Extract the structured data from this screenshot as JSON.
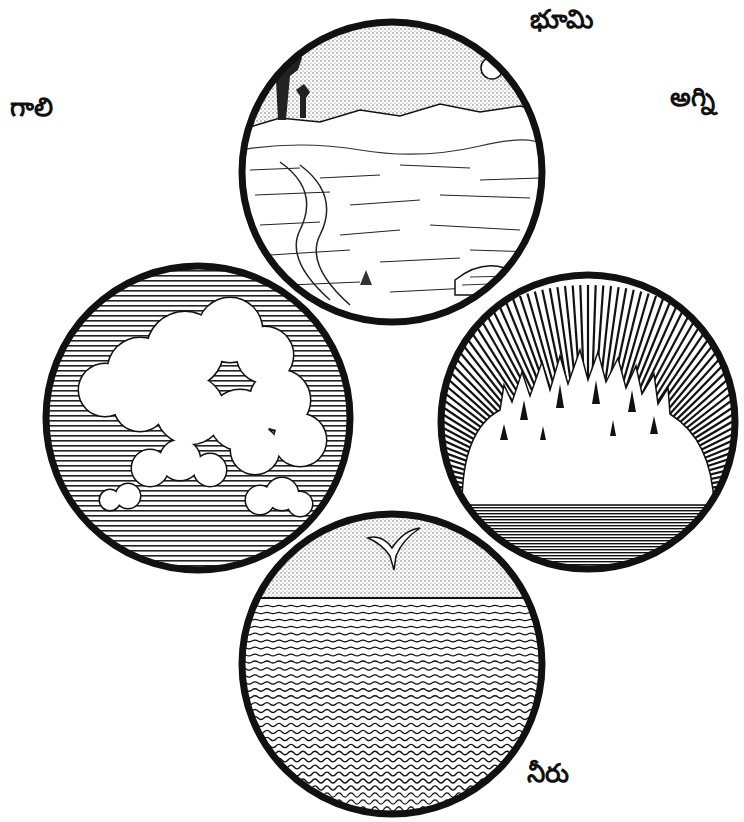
{
  "diagram": {
    "nodes": [
      {
        "text": [
          "భూమి"
        ]
      },
      {
        "text": [
          "గాలి"
        ]
      },
      {
        "text": [
          "అగ్ని"
        ]
      },
      {
        "text": [
          "నీరు"
        ]
      }
    ]
  }
}
